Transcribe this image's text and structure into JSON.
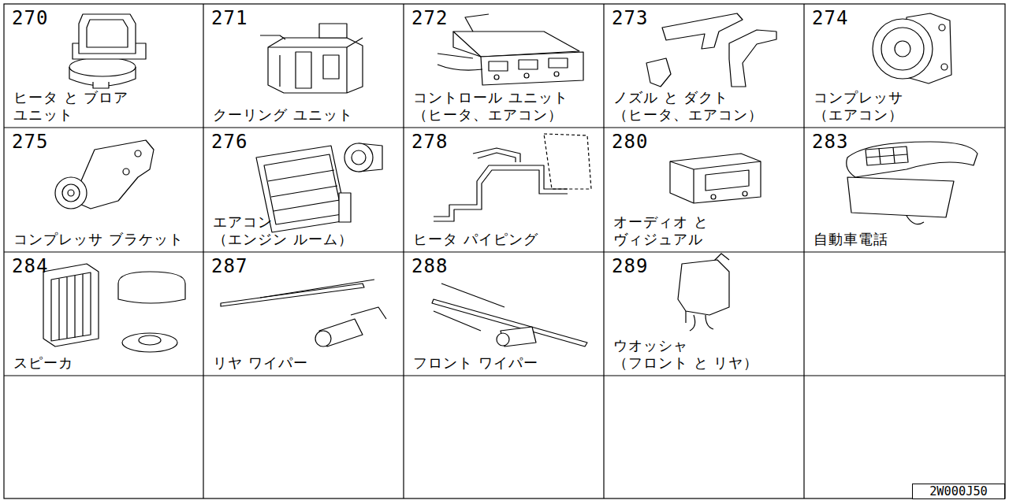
{
  "diagram": {
    "nodes": [
      {
        "text": [
          "270",
          "ヒータ と ブロア ユニット"
        ]
      },
      {
        "text": [
          "271",
          "クーリング ユニット"
        ]
      },
      {
        "text": [
          "272",
          "コントロール ユニット （ヒータ、エアコン）"
        ]
      },
      {
        "text": [
          "273",
          "ノズル と ダクト （ヒータ、エアコン）"
        ]
      },
      {
        "text": [
          "274",
          "コンプレッサ （エアコン）"
        ]
      },
      {
        "text": [
          "275",
          "コンプレッサ ブラケット"
        ]
      },
      {
        "text": [
          "276",
          "エアコン （エンジン ルーム）"
        ]
      },
      {
        "text": [
          "278",
          "ヒータ パイピング"
        ]
      },
      {
        "text": [
          "280",
          "オーディオ と ヴィジュアル"
        ]
      },
      {
        "text": [
          "283",
          "自動車電話"
        ]
      },
      {
        "text": [
          "284",
          "スピーカ"
        ]
      },
      {
        "text": [
          "287",
          "リヤ ワイパー"
        ]
      },
      {
        "text": [
          "288",
          "フロント ワイパー"
        ]
      },
      {
        "text": [
          "289",
          "ウオッシャ （フロント と リヤ）"
        ]
      },
      {
        "text": [
          "2W000J50"
        ]
      }
    ]
  }
}
